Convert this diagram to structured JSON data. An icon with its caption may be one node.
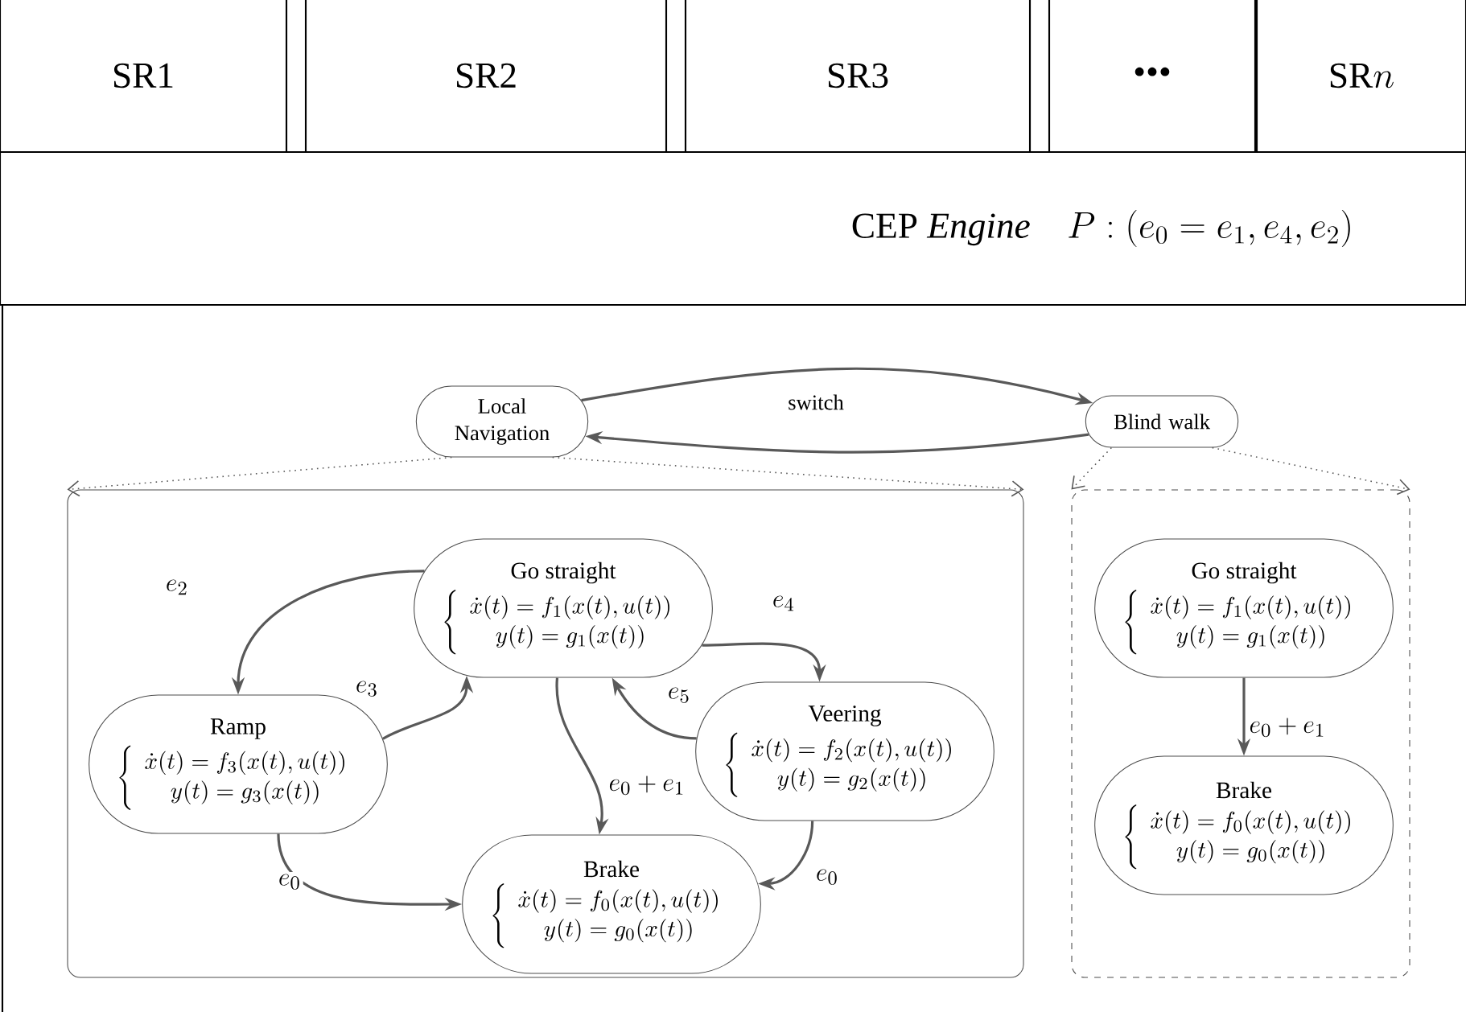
{
  "diagram": {
    "nodes": [
      {
        "text": [
          "SR1"
        ]
      },
      {
        "text": [
          "SR2"
        ]
      },
      {
        "text": [
          "SR3"
        ]
      },
      {
        "text": [
          "•••"
        ]
      },
      {
        "text": [
          "\\mathrm{SR}n"
        ]
      },
      {
        "text": [
          "CEP *Engine*",
          "P:\\left(e_0=e_1,e_4,e_2\\right)"
        ]
      },
      {
        "text": [
          "Local Navigation"
        ]
      },
      {
        "text": [
          "Blind walk"
        ]
      },
      {
        "text": [],
        "shape": "box"
      },
      {
        "text": [],
        "shape": "box"
      },
      {
        "text": [
          "Go straight",
          "\\left\\{\\begin{array}{c}\\dot{x}(t)=f_1(x(t),u(t))\\\\ y(t)=g_1(x(t))\\end{array}\\right."
        ],
        "in": 8
      },
      {
        "text": [
          "Ramp",
          "\\left\\{\\begin{array}{c}\\dot{x}(t)=f_3(x(t),u(t))\\\\ y(t)=g_3(x(t))\\end{array}\\right."
        ],
        "in": 8
      },
      {
        "text": [
          "Veering",
          "\\left\\{\\begin{array}{c}\\dot{x}(t)=f_2(x(t),u(t))\\\\ y(t)=g_2(x(t))\\end{array}\\right."
        ],
        "in": 8
      },
      {
        "text": [
          "Brake",
          "\\left\\{\\begin{array}{c}\\dot{x}(t)=f_0(x(t),u(t))\\\\ y(t)=g_0(x(t))\\end{array}\\right."
        ],
        "in": 8
      },
      {
        "text": [
          "Go straight",
          "\\left\\{\\begin{array}{c}\\dot{x}(t)=f_1(x(t),u(t))\\\\ y(t)=g_1(x(t))\\end{array}\\right."
        ],
        "in": 9
      },
      {
        "text": [
          "Brake",
          "\\left\\{\\begin{array}{c}\\dot{x}(t)=f_0(x(t),u(t))\\\\ y(t)=g_0(x(t))\\end{array}\\right."
        ],
        "in": 9
      }
    ],
    "edges": [
      {
        "from": 6,
        "to": 7,
        "arrow": "to"
      },
      {
        "from": 7,
        "to": 6,
        "arrow": "to"
      },
      {
        "from": 6,
        "to": 8,
        "arrow": "to",
        "style": "dashed"
      },
      {
        "from": 6,
        "to": 8,
        "arrow": "to",
        "style": "dashed"
      },
      {
        "from": 7,
        "to": 9,
        "arrow": "to",
        "style": "dashed"
      },
      {
        "from": 7,
        "to": 9,
        "arrow": "to",
        "style": "dashed"
      },
      {
        "from": 10,
        "to": 11,
        "arrow": "to",
        "label": "e_2"
      },
      {
        "from": 11,
        "to": 10,
        "arrow": "to",
        "label": "e_3"
      },
      {
        "from": 10,
        "to": 12,
        "arrow": "to",
        "label": "e_4"
      },
      {
        "from": 12,
        "to": 10,
        "arrow": "to",
        "label": "e_5"
      },
      {
        "from": 10,
        "to": 13,
        "arrow": "to",
        "label": "e_0+e_1"
      },
      {
        "from": 11,
        "to": 13,
        "arrow": "to",
        "label": "e_0"
      },
      {
        "from": 12,
        "to": 13,
        "arrow": "to",
        "label": "e_0"
      },
      {
        "from": 14,
        "to": 15,
        "arrow": "to",
        "label": "e_0+e_1"
      }
    ],
    "labels": [
      "switch"
    ]
  }
}
